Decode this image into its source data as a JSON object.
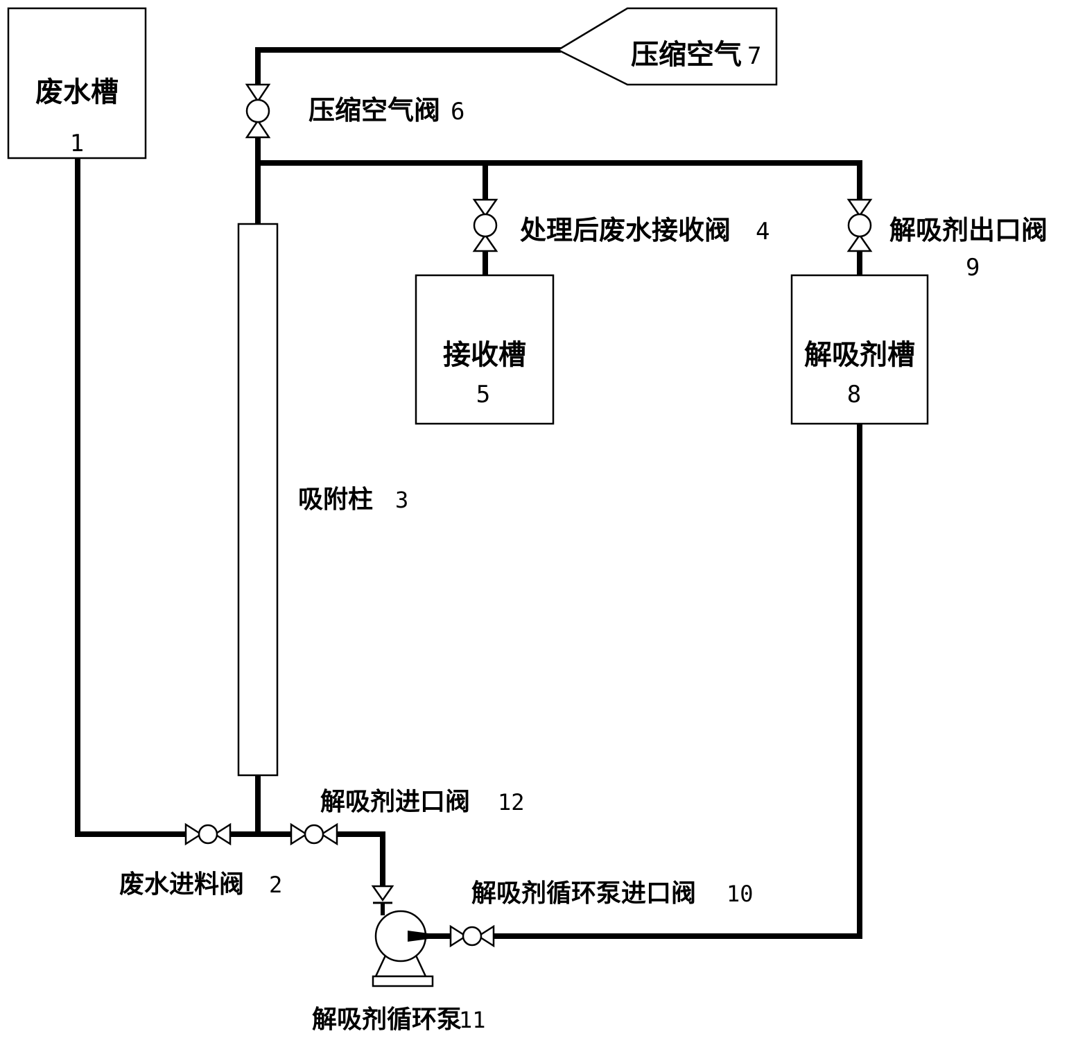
{
  "tanks": {
    "wastewater": {
      "name": "废水槽",
      "num": "1"
    },
    "receiving": {
      "name": "接收槽",
      "num": "5"
    },
    "desorbent": {
      "name": "解吸剂槽",
      "num": "8"
    }
  },
  "compressed_air": {
    "name": "压缩空气",
    "num": "7"
  },
  "column": {
    "name": "吸附柱",
    "num": "3"
  },
  "valves": {
    "compressed_air_valve": {
      "name": "压缩空气阀",
      "num": "6"
    },
    "treated_receive_valve": {
      "name": "处理后废水接收阀",
      "num": "4"
    },
    "desorbent_outlet_valve": {
      "name": "解吸剂出口阀",
      "num": "9"
    },
    "wastewater_feed_valve": {
      "name": "废水进料阀",
      "num": "2"
    },
    "desorbent_inlet_valve": {
      "name": "解吸剂进口阀",
      "num": "12"
    },
    "pump_inlet_valve": {
      "name": "解吸剂循环泵进口阀",
      "num": "10"
    }
  },
  "pump": {
    "name": "解吸剂循环泵",
    "num": "11"
  }
}
